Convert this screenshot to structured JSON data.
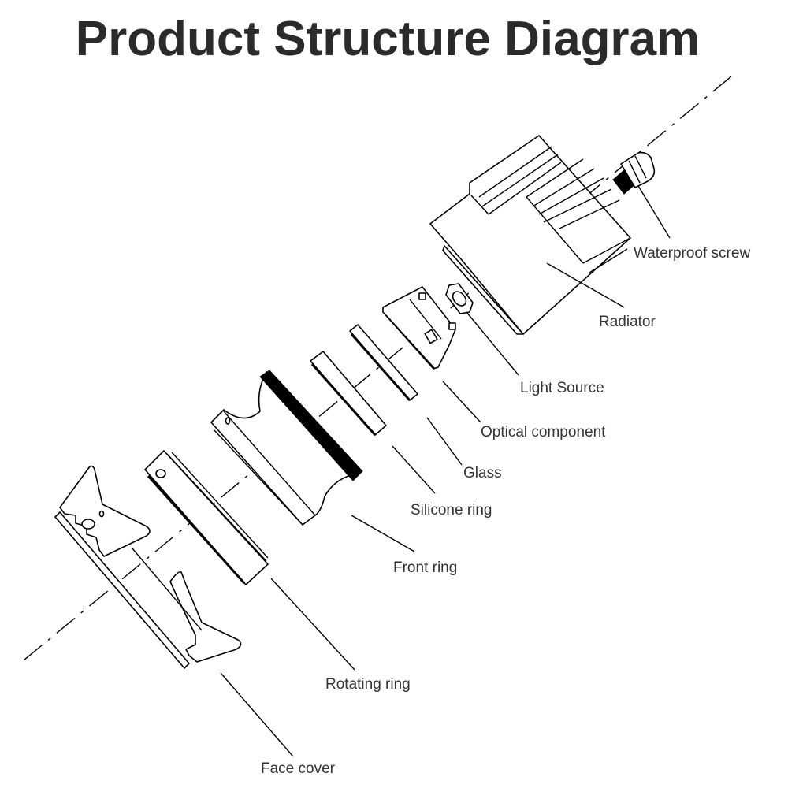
{
  "title": "Product Structure Diagram",
  "components": [
    {
      "id": "waterproof-screw",
      "label": "Waterproof screw"
    },
    {
      "id": "radiator",
      "label": "Radiator"
    },
    {
      "id": "light-source",
      "label": "Light Source"
    },
    {
      "id": "optical-component",
      "label": "Optical component"
    },
    {
      "id": "glass",
      "label": "Glass"
    },
    {
      "id": "silicone-ring",
      "label": "Silicone ring"
    },
    {
      "id": "front-ring",
      "label": "Front ring"
    },
    {
      "id": "rotating-ring",
      "label": "Rotating ring"
    },
    {
      "id": "face-cover",
      "label": "Face cover"
    }
  ],
  "colors": {
    "line": "#000000",
    "label": "#333333",
    "title": "#2b2b2b",
    "background": "#ffffff"
  }
}
